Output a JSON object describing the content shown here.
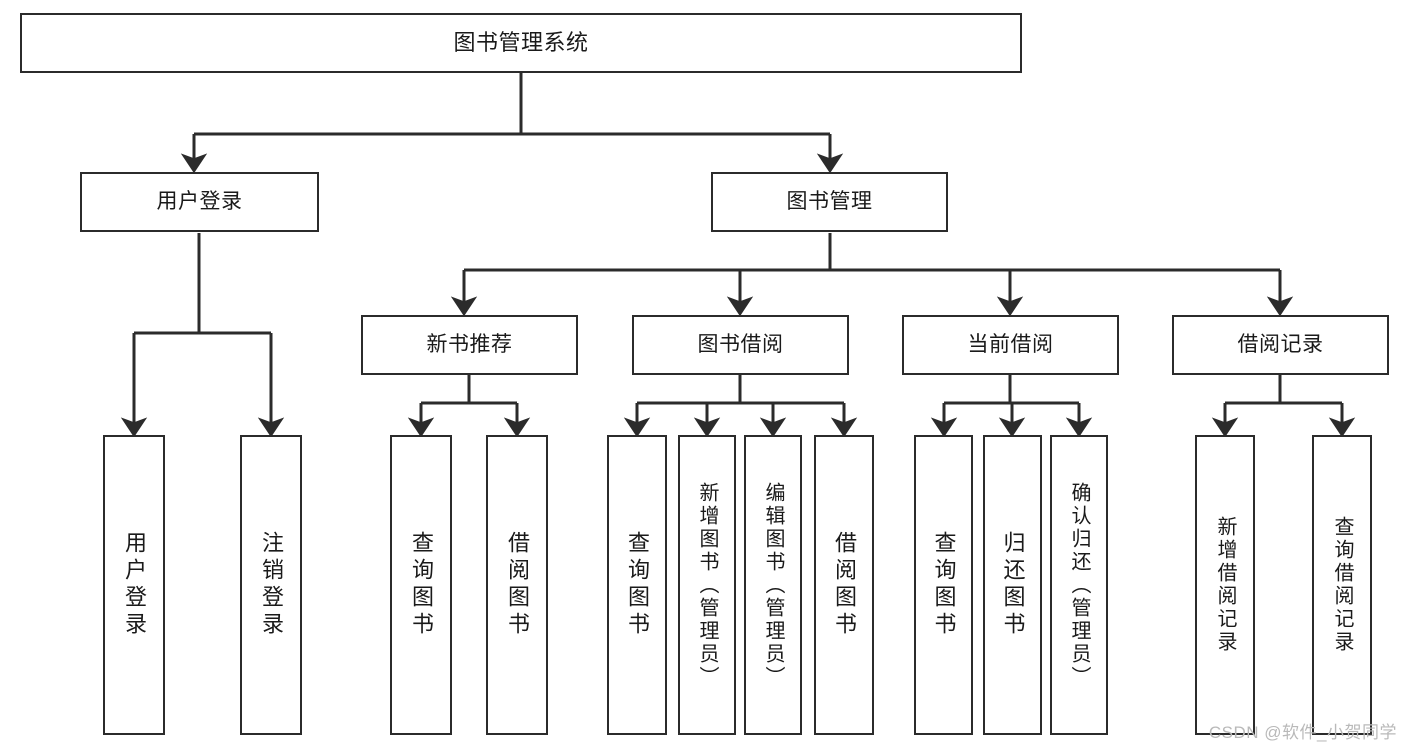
{
  "diagram": {
    "title": "图书管理系统",
    "type": "tree-hierarchy-chart",
    "orientation": "top-down",
    "colors": {
      "box_border": "#2b2b2b",
      "box_fill": "#ffffff",
      "connector": "#2b2b2b",
      "text": "#1a1a1a",
      "watermark": "#b9b9b9",
      "background": "#ffffff"
    },
    "root": {
      "label": "图书管理系统"
    },
    "level2": [
      {
        "label": "用户登录"
      },
      {
        "label": "图书管理"
      }
    ],
    "level3": [
      {
        "label": "新书推荐"
      },
      {
        "label": "图书借阅"
      },
      {
        "label": "当前借阅"
      },
      {
        "label": "借阅记录"
      }
    ],
    "leaves": {
      "user_login": [
        {
          "label": "用户登录"
        },
        {
          "label": "注销登录"
        }
      ],
      "new_book_recommend": [
        {
          "label": "查询图书"
        },
        {
          "label": "借阅图书"
        }
      ],
      "book_borrow": [
        {
          "label": "查询图书"
        },
        {
          "label": "新增图书（管理员）"
        },
        {
          "label": "编辑图书（管理员）"
        },
        {
          "label": "借阅图书"
        }
      ],
      "current_borrow": [
        {
          "label": "查询图书"
        },
        {
          "label": "归还图书"
        },
        {
          "label": "确认归还（管理员）"
        }
      ],
      "borrow_record": [
        {
          "label": "新增借阅记录"
        },
        {
          "label": "查询借阅记录"
        }
      ]
    }
  },
  "watermark": {
    "text": "CSDN @软件_小贺同学"
  }
}
